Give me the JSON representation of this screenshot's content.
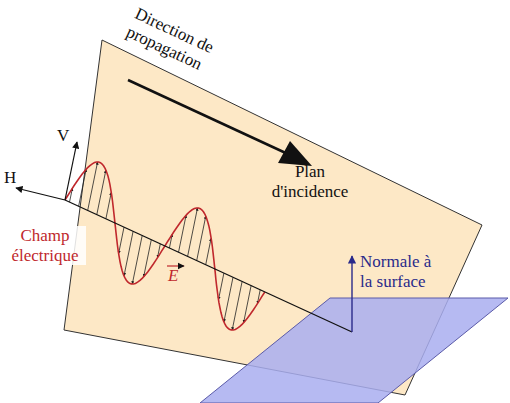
{
  "diagram": {
    "labels": [
      "Direction de propagation",
      "V",
      "H",
      "Plan d'incidence",
      "Champ électrique",
      "E",
      "Normale à la surface"
    ]
  }
}
